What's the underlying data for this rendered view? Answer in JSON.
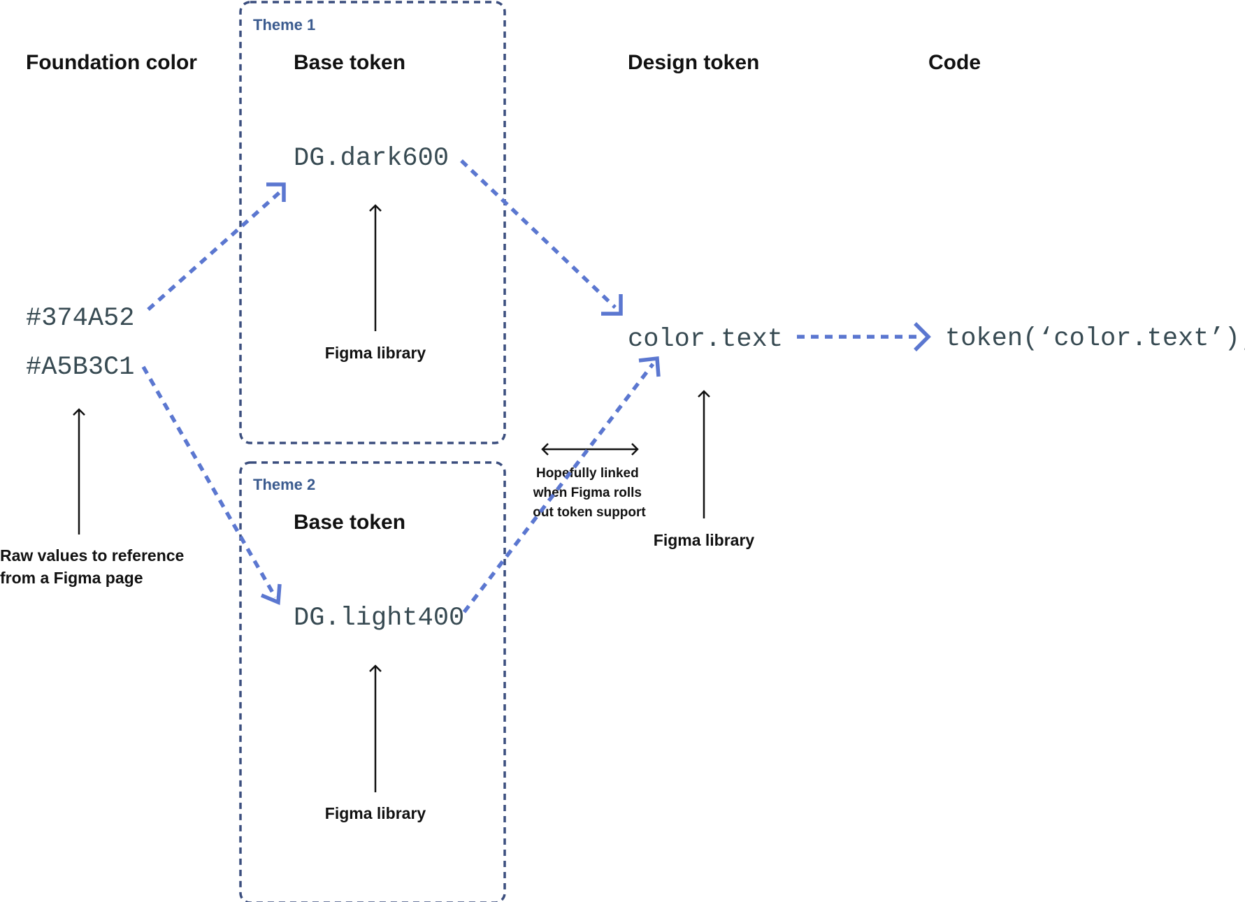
{
  "colors": {
    "accent": "#5B77D0",
    "theme_border": "#3B4E7E",
    "mono_text": "#374A52",
    "label_text": "#111111"
  },
  "headings": {
    "foundation": "Foundation color",
    "base_token": "Base token",
    "design_token": "Design token",
    "code": "Code"
  },
  "theme1": {
    "label": "Theme 1",
    "heading": "Base token",
    "token": "DG.dark600",
    "source_label": "Figma library"
  },
  "theme2": {
    "label": "Theme 2",
    "heading": "Base token",
    "token": "DG.light400",
    "source_label": "Figma library"
  },
  "foundation": {
    "values": [
      "#374A52",
      "#A5B3C1"
    ],
    "note_lines": [
      "Raw values to reference",
      "from a Figma page"
    ]
  },
  "design_token": {
    "name": "color.text",
    "source_label": "Figma library"
  },
  "link_note_lines": [
    "Hopefully linked",
    "when Figma rolls",
    "out token support"
  ],
  "code": {
    "snippet": "token(‘color.text’);"
  }
}
